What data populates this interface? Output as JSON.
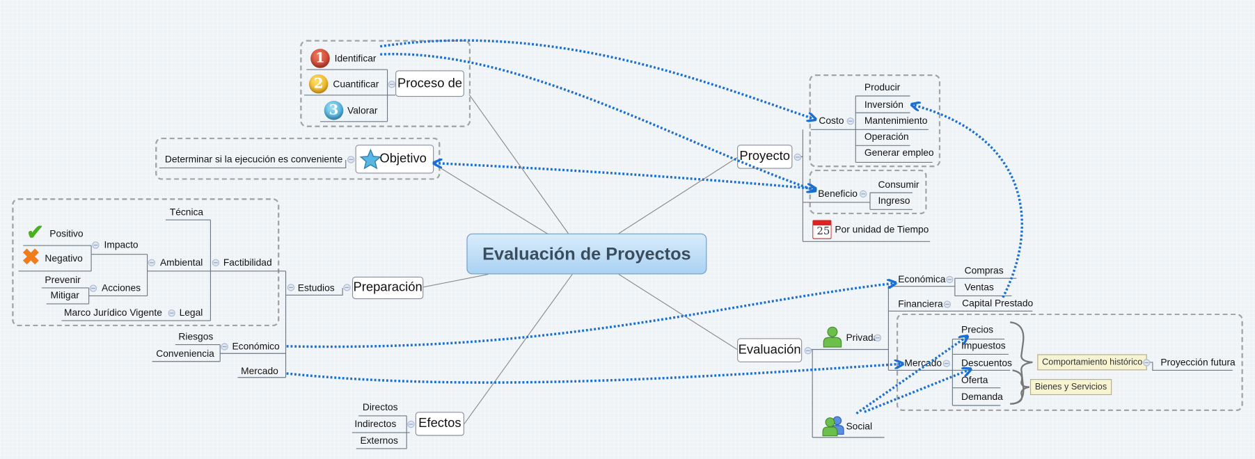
{
  "central": "Evaluación de Proyectos",
  "proceso": {
    "title": "Proceso de",
    "items": [
      "Identificar",
      "Cuantificar",
      "Valorar"
    ],
    "markers": [
      "1",
      "2",
      "3"
    ]
  },
  "objetivo": {
    "title": "Objetivo",
    "items": [
      "Determinar si la ejecución es conveniente"
    ]
  },
  "preparacion": {
    "title": "Preparación",
    "estudios": "Estudios",
    "factibilidad": "Factibilidad",
    "tecnica": "Técnica",
    "ambiental": "Ambiental",
    "impacto": "Impacto",
    "positivo": "Positivo",
    "negativo": "Negativo",
    "acciones": "Acciones",
    "prevenir": "Prevenir",
    "mitigar": "Mitigar",
    "legal": "Legal",
    "marco": "Marco Jurídico Vigente",
    "economico": "Económico",
    "riesgos": "Riesgos",
    "conveniencia": "Conveniencia",
    "mercado": "Mercado"
  },
  "efectos": {
    "title": "Efectos",
    "items": [
      "Directos",
      "Indirectos",
      "Externos"
    ]
  },
  "proyecto": {
    "title": "Proyecto",
    "costo": "Costo",
    "costo_items": [
      "Producir",
      "Inversión",
      "Mantenimiento",
      "Operación",
      "Generar empleo"
    ],
    "beneficio": "Beneficio",
    "beneficio_items": [
      "Consumir",
      "Ingreso"
    ],
    "tiempo": "Por unidad de Tiempo",
    "calendar_day": "25"
  },
  "evaluacion": {
    "title": "Evaluación",
    "privada": "Privada",
    "social": "Social",
    "economica": "Económica",
    "economica_items": [
      "Compras",
      "Ventas"
    ],
    "financiera": "Financiera",
    "capital": "Capital Prestado",
    "mercado": "Mercado",
    "mercado_items": [
      "Precios",
      "Impuestos",
      "Descuentos",
      "Oferta",
      "Demanda"
    ],
    "comportamiento": "Comportamiento histórico",
    "proyeccion": "Proyección futura",
    "bienes": "Bienes y Servicios"
  },
  "colors": {
    "relationship": "#1a6fd0",
    "central_fill": "#a9d2f3",
    "boundary": "#a3a3a3",
    "note_fill": "#f6f4d2"
  }
}
